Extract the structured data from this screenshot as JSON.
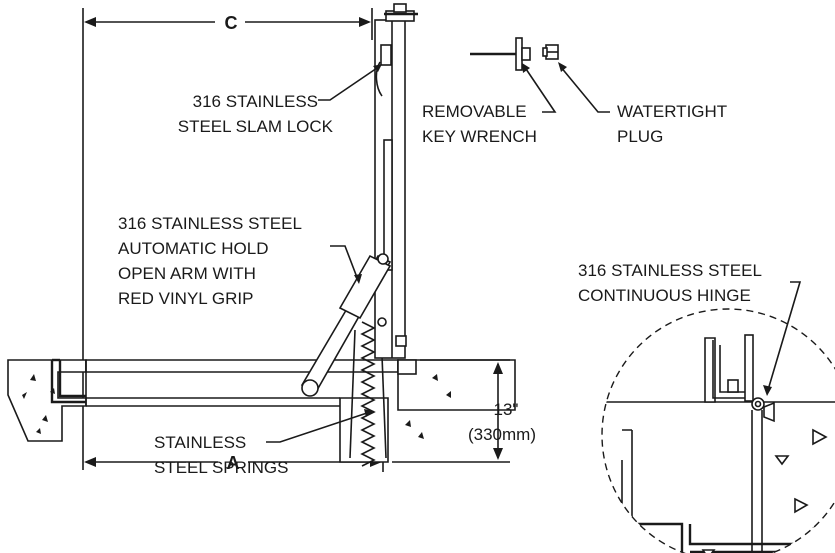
{
  "labels": {
    "slam_lock": [
      "316 STAINLESS",
      "STEEL SLAM LOCK"
    ],
    "key_wrench": [
      "REMOVABLE",
      "KEY WRENCH"
    ],
    "plug": [
      "WATERTIGHT",
      "PLUG"
    ],
    "hold_open_arm": [
      "316 STAINLESS STEEL",
      "AUTOMATIC HOLD",
      "OPEN ARM WITH",
      "RED VINYL GRIP"
    ],
    "hinge": [
      "316 STAINLESS STEEL",
      "CONTINUOUS HINGE"
    ],
    "springs": [
      "STAINLESS",
      "STEEL SPRINGS"
    ]
  },
  "dimensions": {
    "width_c": "C",
    "width_a": "A",
    "depth_in": "13\"",
    "depth_mm": "(330mm)"
  }
}
